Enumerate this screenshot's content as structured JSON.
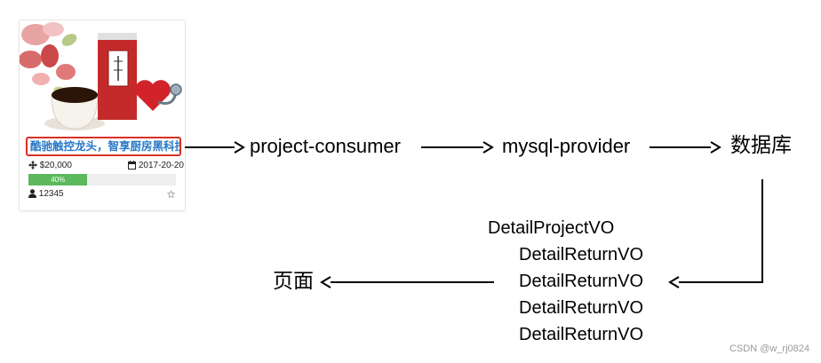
{
  "card": {
    "title": "酷驰触控龙头，智享厨房黑科技",
    "amount": "$20,000",
    "date": "2017-20-20",
    "progress_label": "40%",
    "progress": 0.4,
    "supporters": "12345",
    "icons": [
      "move-icon",
      "calendar-icon",
      "user-icon",
      "star-icon"
    ],
    "progress_color": "#5cb85c",
    "title_border_color": "#d93025",
    "title_text_color": "#2878c7"
  },
  "flow": {
    "consumer": "project-consumer",
    "provider": "mysql-provider",
    "database": "数据库",
    "page": "页面"
  },
  "result": {
    "root": "DetailProjectVO",
    "children": [
      "DetailReturnVO",
      "DetailReturnVO",
      "DetailReturnVO",
      "DetailReturnVO"
    ]
  },
  "watermark": "CSDN @w_rj0824"
}
